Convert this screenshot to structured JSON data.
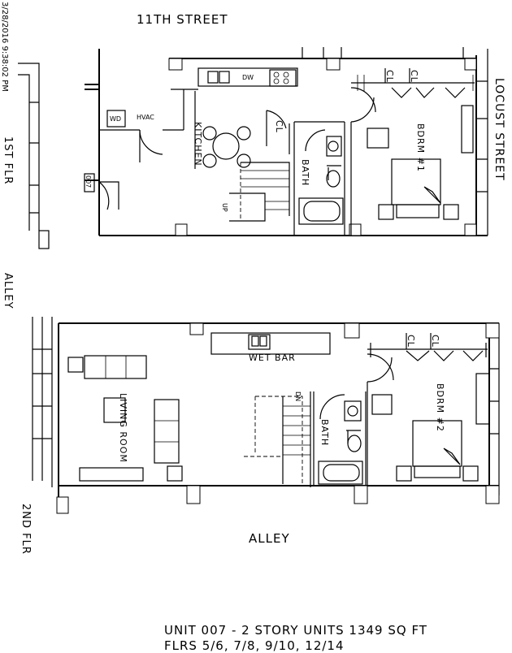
{
  "timestamp": "3/28/2016 9:38:02 PM",
  "streets": {
    "north": "11TH STREET",
    "east": "LOCUST STREET",
    "alley_side": "ALLEY",
    "alley_bottom": "ALLEY"
  },
  "floors": {
    "first": "1ST FLR",
    "second": "2ND FLR"
  },
  "first_floor": {
    "unit_tag": "007",
    "wd": "WD",
    "hvac": "HVAC",
    "dw": "DW",
    "kitchen": "KITCHEN",
    "closet": "CL",
    "closet_a": "CL",
    "closet_b": "CL",
    "bath": "BATH",
    "bedroom": "BDRM #1",
    "stair": "UP"
  },
  "second_floor": {
    "wet_bar": "WET BAR",
    "living_room": "LIVING ROOM",
    "closet_a": "CL",
    "closet_b": "CL",
    "bath": "BATH",
    "bedroom": "BDRM #2",
    "stair": "DN"
  },
  "footer": {
    "line1": "UNIT 007 - 2 STORY UNITS 1349 SQ FT",
    "line2": "FLRS 5/6, 7/8, 9/10, 12/14"
  }
}
